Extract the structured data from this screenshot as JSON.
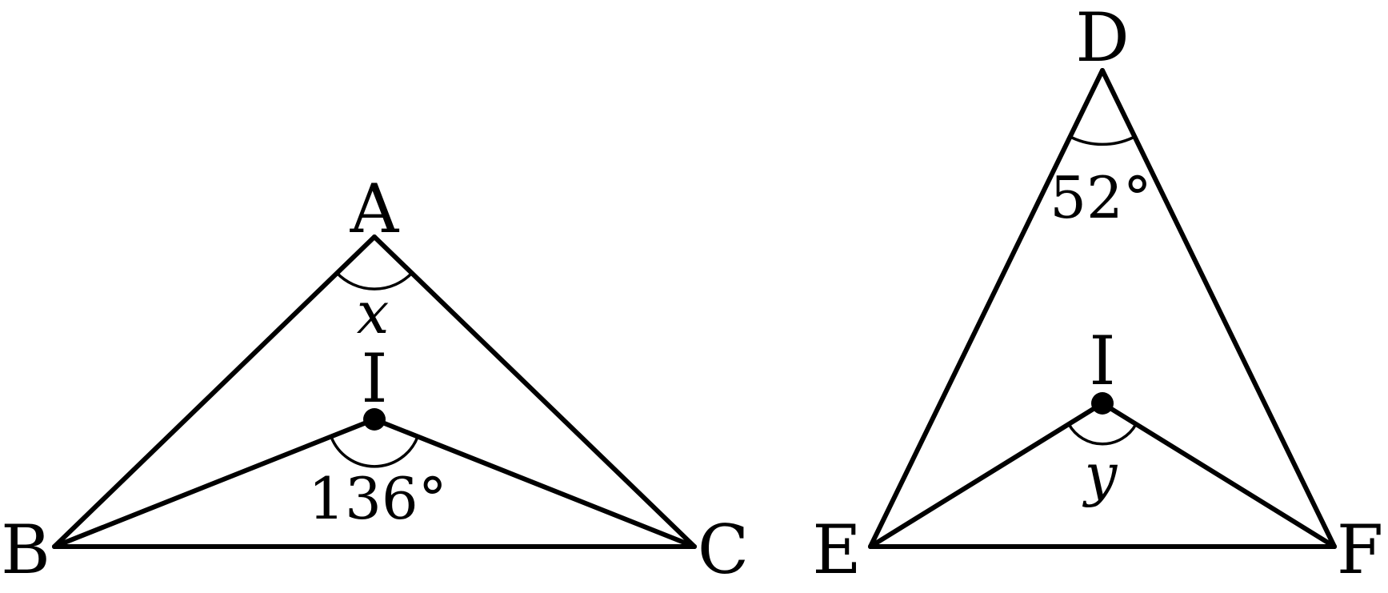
{
  "left_figure": {
    "vertices": {
      "A": "A",
      "B": "B",
      "C": "C",
      "I": "I"
    },
    "angle_at_A": "x",
    "angle_at_I": "136°"
  },
  "right_figure": {
    "vertices": {
      "D": "D",
      "E": "E",
      "F": "F",
      "I": "I"
    },
    "angle_at_D": "52°",
    "angle_at_I": "y"
  }
}
